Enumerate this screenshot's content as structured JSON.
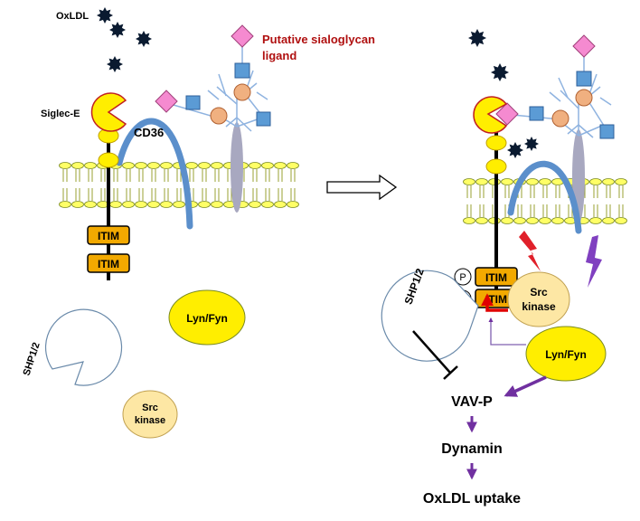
{
  "labels": {
    "oxldl": "OxLDL",
    "ligand_line1": "Putative sialoglycan",
    "ligand_line2": "ligand",
    "siglec": "Siglec-E",
    "cd36": "CD36",
    "itim": "ITIM",
    "phospho": "P",
    "shp": "SHP1/2",
    "lyn_fyn": "Lyn/Fyn",
    "src_line1": "Src",
    "src_line2": "kinase",
    "vav": "VAV-P",
    "dynamin": "Dynamin",
    "uptake": "OxLDL uptake"
  },
  "colors": {
    "ligand_text": "#b01010",
    "siglec_yellow": "#ffee00",
    "siglec_stroke": "#c02020",
    "cd36_blue": "#5b8fcb",
    "itim_orange": "#f2a900",
    "lipid_head": "#ffff66",
    "lipid_stroke": "#7a8a20",
    "sialic_pink": "#f58ad0",
    "glycan_square": "#5b9bd5",
    "glycan_circle": "#f0b080",
    "src_fill": "#fde7a4",
    "purple_arrow": "#7030a0",
    "red_arrow": "#e00000",
    "inhibit_line": "#000000",
    "star": "#0a1a30"
  },
  "icons": [
    "oxldl-star-icon",
    "siglec-pacman-icon",
    "sialic-diamond-icon",
    "lightning-bolt-icon",
    "hollow-arrow-icon"
  ]
}
